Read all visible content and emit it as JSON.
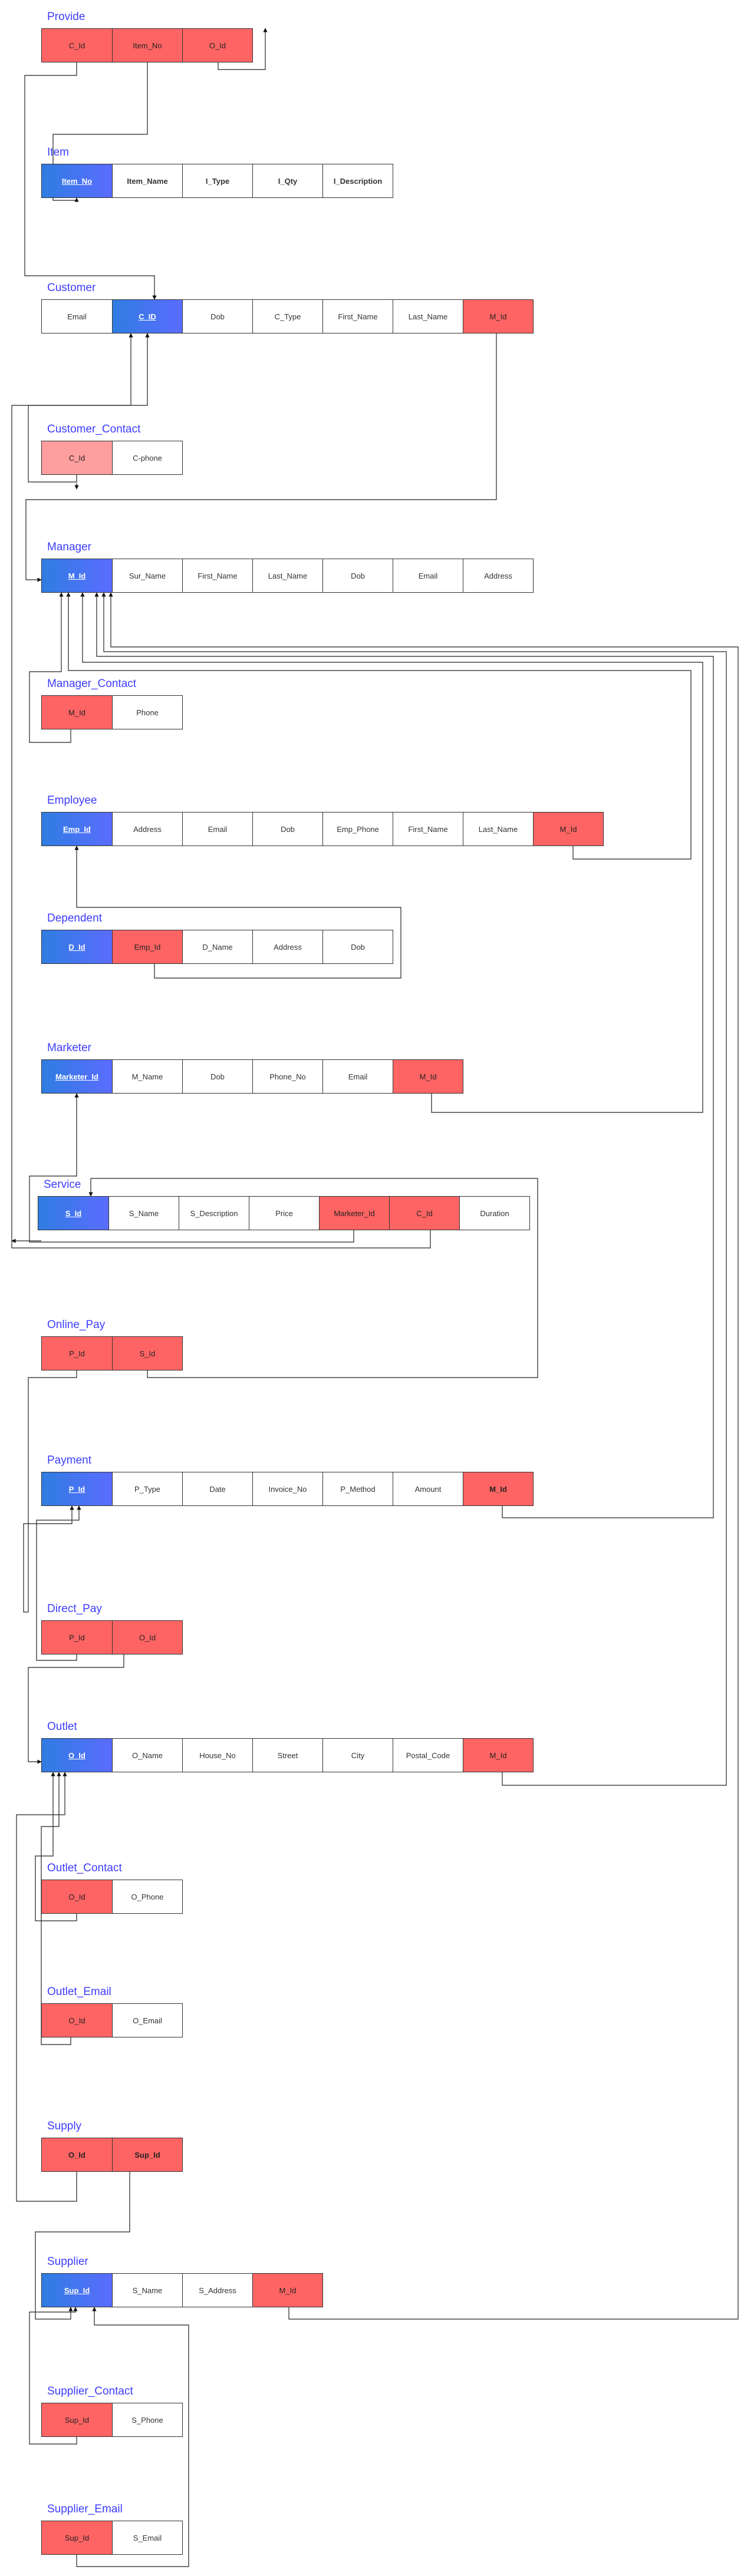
{
  "diagram": {
    "entities": [
      {
        "id": "provide",
        "title": "Provide",
        "attrs": [
          {
            "label": "C_Id",
            "kind": "fk"
          },
          {
            "label": "Item_No",
            "kind": "fk"
          },
          {
            "label": "O_Id",
            "kind": "fk"
          }
        ]
      },
      {
        "id": "item",
        "title": "Item",
        "attrs": [
          {
            "label": "Item_No",
            "kind": "pk"
          },
          {
            "label": "Item_Name",
            "kind": "bold"
          },
          {
            "label": "I_Type",
            "kind": "bold"
          },
          {
            "label": "I_Qty",
            "kind": "bold"
          },
          {
            "label": "I_Description",
            "kind": "bold"
          }
        ]
      },
      {
        "id": "customer",
        "title": "Customer",
        "attrs": [
          {
            "label": "Email",
            "kind": "plain"
          },
          {
            "label": "C_ID",
            "kind": "pk"
          },
          {
            "label": "Dob",
            "kind": "plain"
          },
          {
            "label": "C_Type",
            "kind": "plain"
          },
          {
            "label": "First_Name",
            "kind": "plain"
          },
          {
            "label": "Last_Name",
            "kind": "plain"
          },
          {
            "label": "M_Id",
            "kind": "fk"
          }
        ]
      },
      {
        "id": "customer_contact",
        "title": "Customer_Contact",
        "attrs": [
          {
            "label": "C_Id",
            "kind": "lfk"
          },
          {
            "label": "C-phone",
            "kind": "plain"
          }
        ]
      },
      {
        "id": "manager",
        "title": "Manager",
        "attrs": [
          {
            "label": "M_Id",
            "kind": "pk"
          },
          {
            "label": "Sur_Name",
            "kind": "plain"
          },
          {
            "label": "First_Name",
            "kind": "plain"
          },
          {
            "label": "Last_Name",
            "kind": "plain"
          },
          {
            "label": "Dob",
            "kind": "plain"
          },
          {
            "label": "Email",
            "kind": "plain"
          },
          {
            "label": "Address",
            "kind": "plain"
          }
        ]
      },
      {
        "id": "manager_contact",
        "title": "Manager_Contact",
        "attrs": [
          {
            "label": "M_Id",
            "kind": "fk"
          },
          {
            "label": "Phone",
            "kind": "plain"
          }
        ]
      },
      {
        "id": "employee",
        "title": "Employee",
        "attrs": [
          {
            "label": "Emp_Id",
            "kind": "pk"
          },
          {
            "label": "Address",
            "kind": "plain"
          },
          {
            "label": "Email",
            "kind": "plain"
          },
          {
            "label": "Dob",
            "kind": "plain"
          },
          {
            "label": "Emp_Phone",
            "kind": "plain"
          },
          {
            "label": "First_Name",
            "kind": "plain"
          },
          {
            "label": "Last_Name",
            "kind": "plain"
          },
          {
            "label": "M_Id",
            "kind": "fk"
          }
        ]
      },
      {
        "id": "dependent",
        "title": "Dependent",
        "attrs": [
          {
            "label": "D_Id",
            "kind": "pk"
          },
          {
            "label": "Emp_Id",
            "kind": "fk"
          },
          {
            "label": "D_Name",
            "kind": "plain"
          },
          {
            "label": "Address",
            "kind": "plain"
          },
          {
            "label": "Dob",
            "kind": "plain"
          }
        ]
      },
      {
        "id": "marketer",
        "title": "Marketer",
        "attrs": [
          {
            "label": "Marketer_Id",
            "kind": "pk"
          },
          {
            "label": "M_Name",
            "kind": "plain"
          },
          {
            "label": "Dob",
            "kind": "plain"
          },
          {
            "label": "Phone_No",
            "kind": "plain"
          },
          {
            "label": "Email",
            "kind": "plain"
          },
          {
            "label": "M_Id",
            "kind": "fk"
          }
        ]
      },
      {
        "id": "service",
        "title": "Service",
        "attrs": [
          {
            "label": "S_Id",
            "kind": "pk"
          },
          {
            "label": "S_Name",
            "kind": "plain"
          },
          {
            "label": "S_Description",
            "kind": "plain"
          },
          {
            "label": "Price",
            "kind": "plain"
          },
          {
            "label": "Marketer_Id",
            "kind": "fk"
          },
          {
            "label": "C_Id",
            "kind": "fk"
          },
          {
            "label": "Duration",
            "kind": "plain"
          }
        ]
      },
      {
        "id": "online_pay",
        "title": "Online_Pay",
        "attrs": [
          {
            "label": "P_Id",
            "kind": "fk"
          },
          {
            "label": "S_Id",
            "kind": "fk"
          }
        ]
      },
      {
        "id": "payment",
        "title": "Payment",
        "attrs": [
          {
            "label": "P_Id",
            "kind": "pk"
          },
          {
            "label": "P_Type",
            "kind": "plain"
          },
          {
            "label": "Date",
            "kind": "plain"
          },
          {
            "label": "Invoice_No",
            "kind": "plain"
          },
          {
            "label": "P_Method",
            "kind": "plain"
          },
          {
            "label": "Amount",
            "kind": "plain"
          },
          {
            "label": "M_Id",
            "kind": "pkfk"
          }
        ]
      },
      {
        "id": "direct_pay",
        "title": "Direct_Pay",
        "attrs": [
          {
            "label": "P_Id",
            "kind": "fk"
          },
          {
            "label": "O_Id",
            "kind": "fk"
          }
        ]
      },
      {
        "id": "outlet",
        "title": "Outlet",
        "attrs": [
          {
            "label": "O_Id",
            "kind": "pk"
          },
          {
            "label": "O_Name",
            "kind": "plain"
          },
          {
            "label": "House_No",
            "kind": "plain"
          },
          {
            "label": "Street",
            "kind": "plain"
          },
          {
            "label": "City",
            "kind": "plain"
          },
          {
            "label": "Postal_Code",
            "kind": "plain"
          },
          {
            "label": "M_Id",
            "kind": "fk"
          }
        ]
      },
      {
        "id": "outlet_contact",
        "title": "Outlet_Contact",
        "attrs": [
          {
            "label": "O_Id",
            "kind": "fk"
          },
          {
            "label": "O_Phone",
            "kind": "plain"
          }
        ]
      },
      {
        "id": "outlet_email",
        "title": "Outlet_Email",
        "attrs": [
          {
            "label": "O_Id",
            "kind": "fk"
          },
          {
            "label": "O_Email",
            "kind": "plain"
          }
        ]
      },
      {
        "id": "supply",
        "title": "Supply",
        "attrs": [
          {
            "label": "O_Id",
            "kind": "pkfk"
          },
          {
            "label": "Sup_Id",
            "kind": "pkfk"
          }
        ]
      },
      {
        "id": "supplier",
        "title": "Supplier",
        "attrs": [
          {
            "label": "Sup_Id",
            "kind": "pk"
          },
          {
            "label": "S_Name",
            "kind": "plain"
          },
          {
            "label": "S_Address",
            "kind": "plain"
          },
          {
            "label": "M_Id",
            "kind": "fk"
          }
        ]
      },
      {
        "id": "supplier_contact",
        "title": "Supplier_Contact",
        "attrs": [
          {
            "label": "Sup_Id",
            "kind": "fk"
          },
          {
            "label": "S_Phone",
            "kind": "plain"
          }
        ]
      },
      {
        "id": "supplier_email",
        "title": "Supplier_Email",
        "attrs": [
          {
            "label": "Sup_Id",
            "kind": "fk"
          },
          {
            "label": "S_Email",
            "kind": "plain"
          }
        ]
      }
    ],
    "colors": {
      "title": "#3d3dff",
      "primary_key": "#2f7de1",
      "foreign_key": "#ff6464",
      "light_foreign_key": "#ff9e9e",
      "border": "#333333"
    }
  }
}
